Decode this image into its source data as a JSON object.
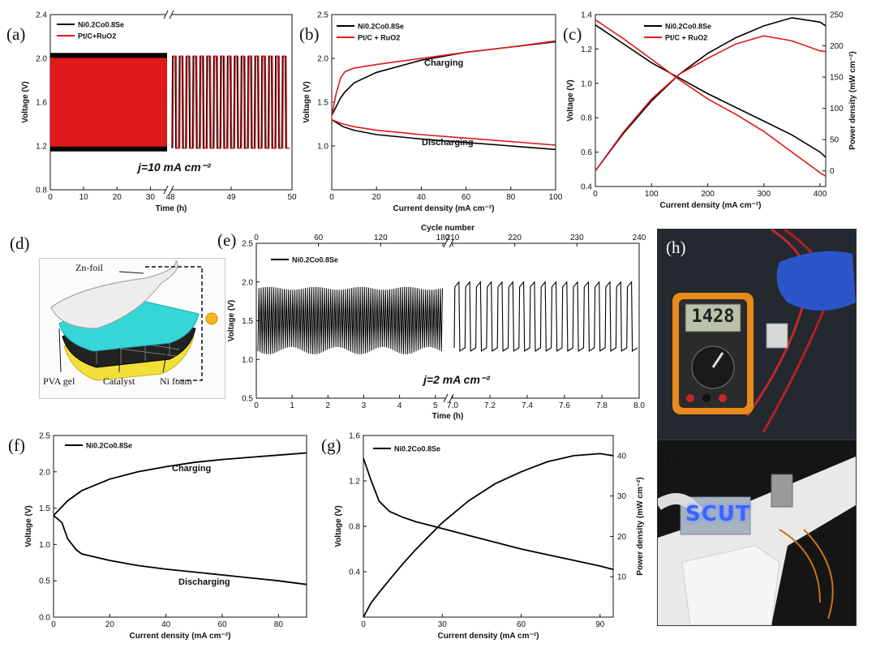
{
  "panels": {
    "a": "(a)",
    "b": "(b)",
    "c": "(c)",
    "d": "(d)",
    "e": "(e)",
    "f": "(f)",
    "g": "(g)",
    "h": "(h)",
    "i": "(i)"
  },
  "annotations": {
    "a_current": "j=10 mA cm⁻²",
    "b_charging": "Charging",
    "b_discharging": "Discharging",
    "e_current": "j=2 mA cm⁻²",
    "f_charging": "Charging",
    "f_discharging": "Discharging"
  },
  "schematic": {
    "zn_foil": "Zn-foil",
    "pva_gel": "PVA gel",
    "catalyst": "Catalyst",
    "ni_foam": "Ni foam"
  },
  "photos": {
    "h_display": "1428",
    "i_led_text": "SCUT"
  },
  "colors": {
    "sample": "#000000",
    "reference": "#e0191b"
  },
  "chart_data": [
    {
      "id": "a",
      "type": "line",
      "title": "",
      "xlabel": "Time (h)",
      "ylabel": "Voltage (V)",
      "ylim": [
        0.8,
        2.4
      ],
      "yticks": [
        "0.8",
        "1.2",
        "1.6",
        "2.0",
        "2.4"
      ],
      "xbreak": {
        "left": [
          0,
          35
        ],
        "right": [
          48,
          50
        ]
      },
      "xticks": [
        "0",
        "10",
        "20",
        "30",
        "48",
        "49",
        "50"
      ],
      "series": [
        {
          "name": "Ni0.2Co0.8Se",
          "color": "#000000"
        },
        {
          "name": "Pt/C+RuO2",
          "color": "#e0191b"
        }
      ],
      "cycling": {
        "charge_V": 2.02,
        "discharge_V": 1.18,
        "cycles_after_break": 17
      }
    },
    {
      "id": "b",
      "type": "line",
      "title": "",
      "xlabel": "Current density  (mA cm⁻²)",
      "ylabel": "Voltage (V)",
      "xlim": [
        0,
        100
      ],
      "ylim": [
        0.5,
        2.5
      ],
      "xticks": [
        "0",
        "20",
        "40",
        "60",
        "80",
        "100"
      ],
      "yticks": [
        "1.0",
        "1.5",
        "2.0",
        "2.5"
      ],
      "series": [
        {
          "name": "Ni0.2Co0.8Se",
          "color": "#000000",
          "charge_x": [
            0,
            2,
            4,
            6,
            10,
            20,
            40,
            60,
            80,
            100
          ],
          "charge_y": [
            1.35,
            1.45,
            1.55,
            1.62,
            1.72,
            1.84,
            1.98,
            2.07,
            2.13,
            2.19
          ],
          "discharge_x": [
            0,
            5,
            10,
            20,
            40,
            60,
            80,
            100
          ],
          "discharge_y": [
            1.3,
            1.22,
            1.18,
            1.13,
            1.08,
            1.04,
            1.0,
            0.96
          ]
        },
        {
          "name": "Pt/C + RuO2",
          "color": "#e0191b",
          "charge_x": [
            0,
            2,
            4,
            6,
            10,
            20,
            40,
            60,
            80,
            100
          ],
          "charge_y": [
            1.35,
            1.6,
            1.78,
            1.85,
            1.89,
            1.93,
            2.0,
            2.07,
            2.13,
            2.2
          ],
          "discharge_x": [
            0,
            5,
            10,
            20,
            40,
            60,
            80,
            100
          ],
          "discharge_y": [
            1.3,
            1.25,
            1.22,
            1.18,
            1.13,
            1.09,
            1.05,
            1.01
          ]
        }
      ]
    },
    {
      "id": "c",
      "type": "line",
      "title": "",
      "xlabel": "Current density  (mA cm⁻²)",
      "ylabel": "Voltage (V)",
      "y2label": "Power density (mW cm⁻²)",
      "xlim": [
        0,
        410
      ],
      "ylim": [
        0.4,
        1.4
      ],
      "y2lim": [
        -25,
        250
      ],
      "xticks": [
        "0",
        "100",
        "200",
        "300",
        "400"
      ],
      "yticks": [
        "0.4",
        "0.6",
        "0.8",
        "1.0",
        "1.2",
        "1.4"
      ],
      "y2ticks": [
        "0",
        "50",
        "100",
        "150",
        "200",
        "250"
      ],
      "series": [
        {
          "name": "Ni0.2Co0.8Se",
          "color": "#000000",
          "x": [
            0,
            50,
            100,
            150,
            200,
            250,
            300,
            350,
            400,
            410
          ],
          "voltage": [
            1.34,
            1.23,
            1.12,
            1.03,
            0.94,
            0.86,
            0.78,
            0.7,
            0.6,
            0.57
          ],
          "power": [
            0,
            60,
            112,
            155,
            188,
            213,
            232,
            245,
            238,
            232
          ]
        },
        {
          "name": "Pt/C + RuO2",
          "color": "#e0191b",
          "x": [
            0,
            50,
            100,
            150,
            200,
            250,
            300,
            350,
            400,
            410
          ],
          "voltage": [
            1.37,
            1.26,
            1.14,
            1.02,
            0.91,
            0.82,
            0.72,
            0.6,
            0.48,
            0.46
          ],
          "power": [
            0,
            62,
            115,
            155,
            180,
            203,
            216,
            208,
            192,
            191
          ]
        }
      ]
    },
    {
      "id": "e",
      "type": "line",
      "title": "",
      "xlabel": "Time (h)",
      "ylabel": "Voltage (V)",
      "x2label": "Cycle number",
      "ylim": [
        0.5,
        2.5
      ],
      "yticks": [
        "0.5",
        "1.0",
        "1.5",
        "2.0",
        "2.5"
      ],
      "xbreak": {
        "left": [
          0,
          5.3
        ],
        "right": [
          7.0,
          8.0
        ]
      },
      "xticks": [
        "0",
        "1",
        "2",
        "3",
        "4",
        "5",
        "7.0",
        "7.2",
        "7.4",
        "7.6",
        "7.8",
        "8.0"
      ],
      "x2ticks": [
        "0",
        "60",
        "120",
        "180",
        "210",
        "220",
        "230",
        "240"
      ],
      "series": [
        {
          "name": "Ni0.2Co0.8Se",
          "color": "#000000"
        }
      ],
      "cycling": {
        "charge_V": 2.0,
        "discharge_V": 1.15,
        "cycles_after_break": 17
      }
    },
    {
      "id": "f",
      "type": "line",
      "title": "",
      "xlabel": "Current density  (mA cm⁻²)",
      "ylabel": "Voltage (V)",
      "xlim": [
        0,
        90
      ],
      "ylim": [
        0.0,
        2.5
      ],
      "xticks": [
        "0",
        "20",
        "40",
        "60",
        "80"
      ],
      "yticks": [
        "0.0",
        "0.5",
        "1.0",
        "1.5",
        "2.0",
        "2.5"
      ],
      "series": [
        {
          "name": "Ni0.2Co0.8Se",
          "color": "#000000",
          "charge_x": [
            0,
            5,
            10,
            20,
            30,
            40,
            50,
            60,
            70,
            80,
            90
          ],
          "charge_y": [
            1.4,
            1.6,
            1.74,
            1.9,
            2.0,
            2.07,
            2.13,
            2.17,
            2.2,
            2.23,
            2.26
          ],
          "discharge_x": [
            0,
            3,
            5,
            8,
            10,
            20,
            30,
            40,
            50,
            60,
            70,
            80,
            90
          ],
          "discharge_y": [
            1.4,
            1.3,
            1.08,
            0.93,
            0.87,
            0.78,
            0.71,
            0.66,
            0.62,
            0.58,
            0.54,
            0.5,
            0.45
          ]
        }
      ]
    },
    {
      "id": "g",
      "type": "line",
      "title": "",
      "xlabel": "Current density  (mA cm⁻²)",
      "ylabel": "Voltage (V)",
      "y2label": "Power density (mW cm⁻²)",
      "xlim": [
        0,
        95
      ],
      "ylim": [
        0.0,
        1.6
      ],
      "y2lim": [
        0,
        45
      ],
      "xticks": [
        "0",
        "30",
        "60",
        "90"
      ],
      "yticks": [
        "0.4",
        "0.8",
        "1.2",
        "1.6"
      ],
      "y2ticks": [
        "10",
        "20",
        "30",
        "40"
      ],
      "series": [
        {
          "name": "Ni0.2Co0.8Se",
          "color": "#000000",
          "x": [
            0,
            3,
            6,
            10,
            15,
            20,
            30,
            40,
            50,
            60,
            70,
            80,
            90,
            95
          ],
          "voltage": [
            1.4,
            1.2,
            1.02,
            0.93,
            0.88,
            0.84,
            0.78,
            0.72,
            0.66,
            0.6,
            0.55,
            0.5,
            0.45,
            0.42
          ],
          "power": [
            0,
            3.6,
            6.1,
            9.3,
            13.2,
            16.8,
            23.4,
            28.8,
            33.0,
            36.0,
            38.5,
            40.0,
            40.5,
            40.0
          ]
        }
      ]
    }
  ]
}
